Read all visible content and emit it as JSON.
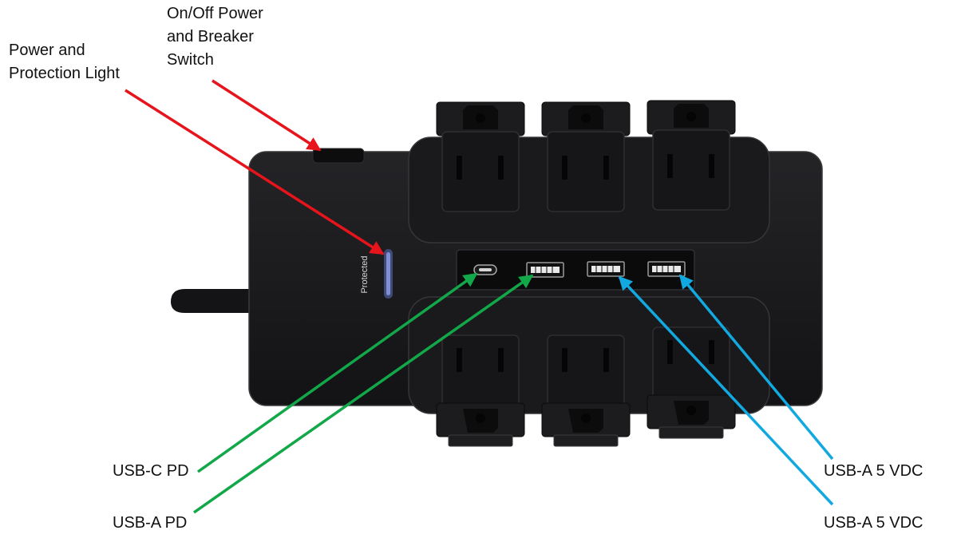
{
  "callouts": {
    "switch": {
      "line1": "On/Off Power",
      "line2": "and Breaker",
      "line3": "Switch"
    },
    "light": {
      "line1": "Power and",
      "line2": "Protection Light"
    },
    "usb_c_pd": "USB-C PD",
    "usb_a_pd": "USB-A PD",
    "usb_a_5v_1": "USB-A 5 VDC",
    "usb_a_5v_2": "USB-A 5 VDC"
  },
  "device": {
    "indicator_text": "Protected"
  },
  "colors": {
    "red_arrow": "#e8141c",
    "green_arrow": "#12a84a",
    "blue_arrow": "#12a8e0",
    "device_body": "#1b1b1d",
    "indicator": "#7f8fd0"
  }
}
